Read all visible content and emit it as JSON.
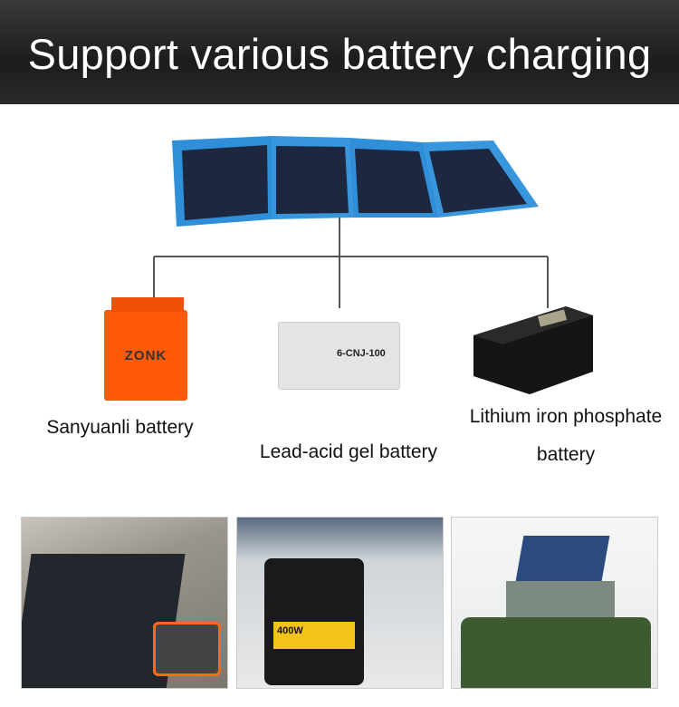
{
  "header": {
    "title": "Support various battery charging"
  },
  "batteries": [
    {
      "label": "Sanyuanli battery",
      "brand": "ZONK"
    },
    {
      "label": "Lead-acid gel battery",
      "model": "6-CNJ-100"
    },
    {
      "label_line1": "Lithium iron phosphate",
      "label_line2": "battery"
    }
  ],
  "photos": [
    {
      "caption_text": "400W"
    }
  ],
  "colors": {
    "header_bg": "#222222",
    "panel_frame": "#2f8fd8",
    "panel_cell": "#1d2740",
    "orange_battery": "#ff5a0a",
    "wire": "#555555"
  }
}
